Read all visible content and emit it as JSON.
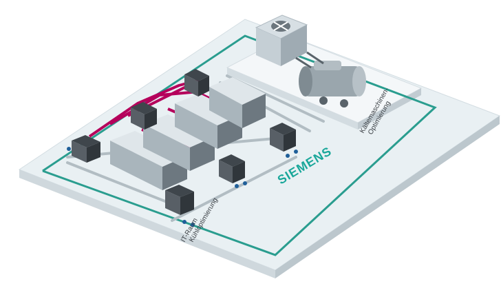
{
  "labels": {
    "brand": "SIEMENS",
    "it_room": "IT-Raum",
    "it_room_2": "Kühloptimierung",
    "chiller": "Kältemaschinen-",
    "chiller_2": "Optimierung"
  },
  "colors": {
    "floor_top": "#e9f0f3",
    "floor_side": "#c9d3d8",
    "teal_line": "#2a9d8f",
    "pipe_magenta": "#b5005b",
    "pipe_blue": "#1f5f99",
    "rack_dark": "#4b5258",
    "rack_light": "#c9d2d8",
    "brand_color": "#1aa79a"
  },
  "icons": {
    "fan": "cooling-tower-fan-icon"
  }
}
